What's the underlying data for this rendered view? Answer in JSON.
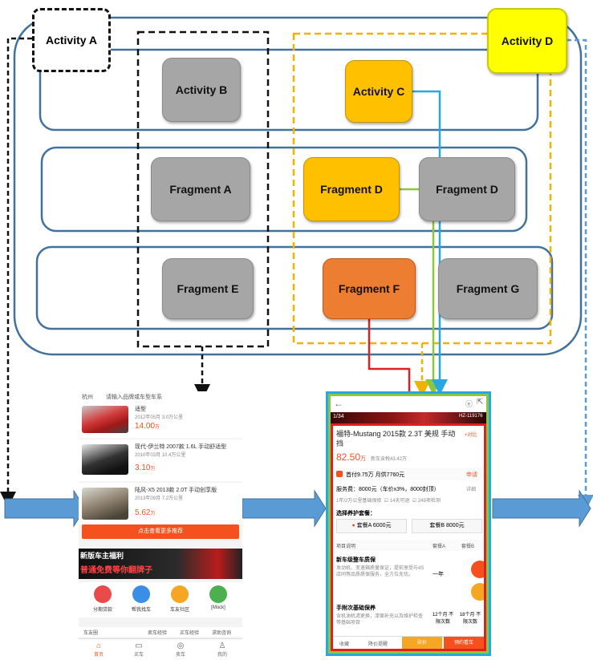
{
  "activities": {
    "a": "Activity A",
    "b": "Activity B",
    "c": "Activity C",
    "d": "Activity D"
  },
  "fragments": {
    "a": "Fragment A",
    "d1": "Fragment D",
    "d2": "Fragment D",
    "e": "Fragment E",
    "f": "Fragment F",
    "g": "Fragment G"
  },
  "left_app": {
    "search_city": "杭州",
    "search_placeholder": "请输入品牌或车型车系",
    "cars": [
      {
        "title": "适型",
        "meta": "2012年05月  3.0万公里",
        "price": "14.00",
        "unit": "万"
      },
      {
        "title": "现代-伊兰特 2007款 1.6L 手动舒适型",
        "meta": "2010年03月  10.4万公里",
        "price": "3.10",
        "unit": "万"
      },
      {
        "title": "陆风-X5 2013款 2.0T 手动创享版",
        "meta": "2013年09月  7.2万公里",
        "price": "5.62",
        "unit": "万"
      }
    ],
    "more_button": "点击查看更多推荐",
    "banner_top": "新版车主福利",
    "banner_bottom": "普通免费等你翻牌子",
    "icons": [
      {
        "label": "分期贷款",
        "color": "#e94b4b"
      },
      {
        "label": "帮我找车",
        "color": "#3a8ee6"
      },
      {
        "label": "车友社区",
        "color": "#f5a623"
      },
      {
        "label": "[Mock]",
        "color": "#4caf50"
      }
    ],
    "strip": [
      "车友圈",
      "卖车经验",
      "买车经验",
      "求助咨询"
    ],
    "tabs": [
      "首页",
      "买车",
      "卖车",
      "我的"
    ]
  },
  "right_app": {
    "counter": "1/34",
    "plate": "HZ-119176",
    "title": "福特-Mustang 2015款 2.3T 美规 手动挡",
    "compare": "+对比",
    "price": "82.50",
    "price_unit": "万",
    "price_note": "新车含税43.42万",
    "loan": "首付9.75万 月供7760元",
    "loan_apply": "申请",
    "service": "服务费：8000元（车价x3%，8000封顶）",
    "service_detail": "详细",
    "checks": [
      "1年/2万公里基础保修",
      "14天可退",
      "249项检测"
    ],
    "maintenance_label": "选择养护套餐：",
    "package_a": "套餐A 6000元",
    "package_b": "套餐B 8000元",
    "table_header": [
      "项目说明",
      "套餐A",
      "套餐B"
    ],
    "item1_title": "新车级整车质保",
    "item1_desc": "发动机、变速箱质量保证，提前享受与4S店同等品质质保服务，全方位无忧。",
    "item1_a": "一年",
    "item2_title": "手附次基础保养",
    "item2_desc": "含机油机滤更换，漆面补充以及维护检查等基础项目",
    "item2_a": "12个月 不限次数",
    "item2_b": "18个月 不限次数",
    "bottom": [
      "收藏",
      "降价提醒",
      "砍价",
      "预约看车"
    ]
  }
}
